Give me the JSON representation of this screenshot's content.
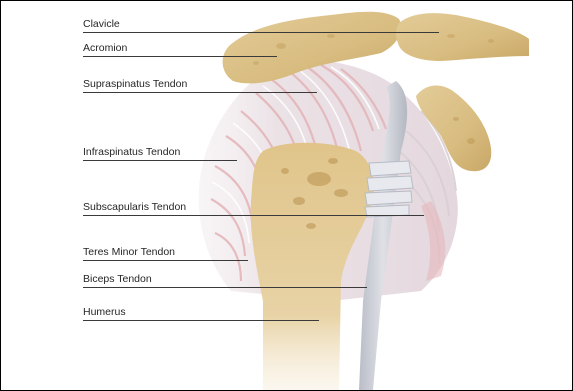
{
  "diagram": {
    "labels": [
      {
        "id": "clavicle",
        "text": "Clavicle"
      },
      {
        "id": "acromion",
        "text": "Acromion"
      },
      {
        "id": "supraspinatus",
        "text": "Supraspinatus Tendon"
      },
      {
        "id": "infraspinatus",
        "text": "Infraspinatus Tendon"
      },
      {
        "id": "subscapularis",
        "text": "Subscapularis Tendon"
      },
      {
        "id": "teres-minor",
        "text": "Teres Minor Tendon"
      },
      {
        "id": "biceps",
        "text": "Biceps Tendon"
      },
      {
        "id": "humerus",
        "text": "Humerus"
      }
    ],
    "colors": {
      "bone": "#dcc28c",
      "bone_dark": "#c7a568",
      "tendon": "#ece8ea",
      "tendon_pink": "#e8b9bd",
      "biceps": "#c8cbd3",
      "leader": "#3a3a3a"
    }
  }
}
